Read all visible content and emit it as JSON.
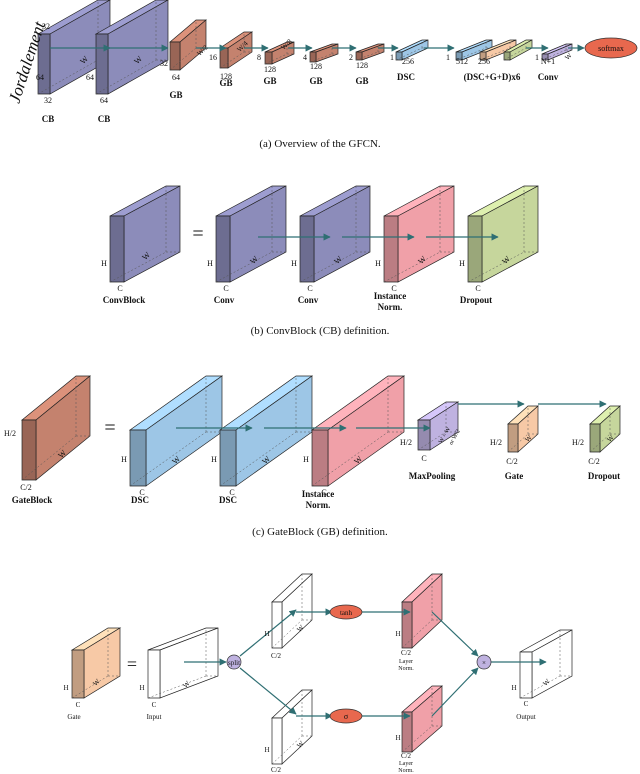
{
  "overview": {
    "input_text": "Jordalement",
    "dim_32": "32",
    "dim_64": "64",
    "dim_w": "W",
    "dim_w2": "W/2",
    "dim_w4": "W/4",
    "dim_w8": "W/8",
    "dim_w16": "W/16",
    "dim_w32": "W/32",
    "dim_16": "16",
    "dim_128": "128",
    "dim_8": "8",
    "dim_4": "4",
    "dim_2": "2",
    "dim_1": "1",
    "dim_256": "256",
    "dim_512": "512",
    "dim_n1": "N+1",
    "cb": "CB",
    "gb": "GB",
    "dsc": "DSC",
    "dsc_gd": "(DSC+G+D)x6",
    "conv": "Conv",
    "softmax": "softmax"
  },
  "captions": {
    "a": "(a) Overview of the GFCN.",
    "b": "(b) ConvBlock (CB) definition.",
    "c": "(c) GateBlock (GB) definition."
  },
  "convblock": {
    "equals": "=",
    "h": "H",
    "c": "C",
    "w": "W",
    "labels": [
      "ConvBlock",
      "Conv",
      "Conv",
      "Instance",
      "Norm.",
      "Dropout"
    ]
  },
  "gateblock": {
    "equals": "=",
    "h": "H",
    "h2": "H/2",
    "c": "C",
    "c2": "C/2",
    "w": "W",
    "w_or": "W = W",
    "w_or2": "or W/2",
    "labels": [
      "GateBlock",
      "DSC",
      "DSC",
      "Instance",
      "Norm.",
      "MaxPooling",
      "Gate",
      "Dropout"
    ]
  },
  "gate": {
    "equals": "=",
    "h": "H",
    "c": "C",
    "c2": "C/2",
    "w": "W",
    "split": "split",
    "tanh": "tanh",
    "sigma": "σ",
    "times": "×",
    "labels": [
      "Gate",
      "Input",
      "Layer",
      "Norm.",
      "Output"
    ]
  },
  "colors": {
    "slate": "#8c8cba",
    "brown": "#c4826e",
    "blue": "#9dc6e6",
    "salmon": "#f0a0a8",
    "olive": "#c6d69c",
    "peach": "#f7c9a6",
    "lavender": "#bfb2e0",
    "softmax": "#e8684e",
    "arrow": "#2f6f73"
  }
}
